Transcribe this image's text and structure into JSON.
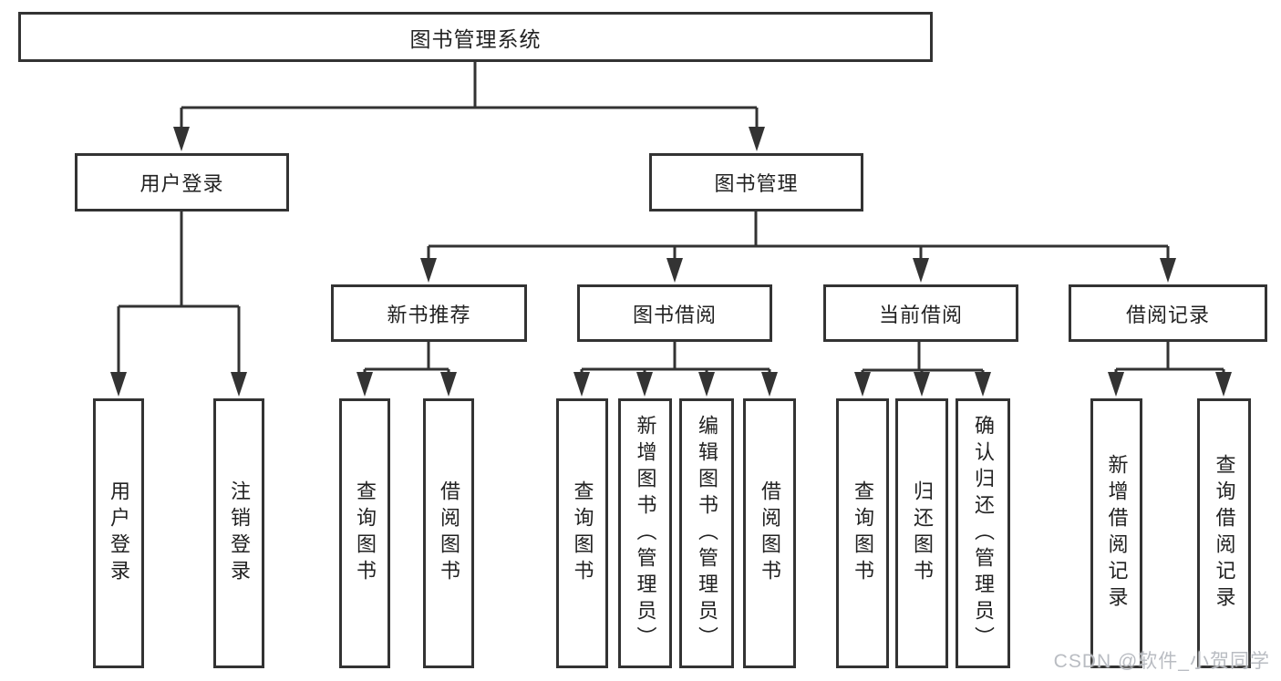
{
  "title": "图书管理系统",
  "tree": {
    "label": "图书管理系统",
    "children": [
      {
        "label": "用户登录",
        "children": [
          {
            "label": "用户登录"
          },
          {
            "label": "注销登录"
          }
        ]
      },
      {
        "label": "图书管理",
        "children": [
          {
            "label": "新书推荐",
            "children": [
              {
                "label": "查询图书"
              },
              {
                "label": "借阅图书"
              }
            ]
          },
          {
            "label": "图书借阅",
            "children": [
              {
                "label": "查询图书"
              },
              {
                "label": "新增图书（管理员）"
              },
              {
                "label": "编辑图书（管理员）"
              },
              {
                "label": "借阅图书"
              }
            ]
          },
          {
            "label": "当前借阅",
            "children": [
              {
                "label": "查询图书"
              },
              {
                "label": "归还图书"
              },
              {
                "label": "确认归还（管理员）"
              }
            ]
          },
          {
            "label": "借阅记录",
            "children": [
              {
                "label": "新增借阅记录"
              },
              {
                "label": "查询借阅记录"
              }
            ]
          }
        ]
      }
    ]
  },
  "watermark": "CSDN @软件_小贺同学",
  "colors": {
    "line": "#333333",
    "box_border": "#333333",
    "text": "#222222",
    "background": "#ffffff",
    "watermark": "#b9bcc2"
  }
}
